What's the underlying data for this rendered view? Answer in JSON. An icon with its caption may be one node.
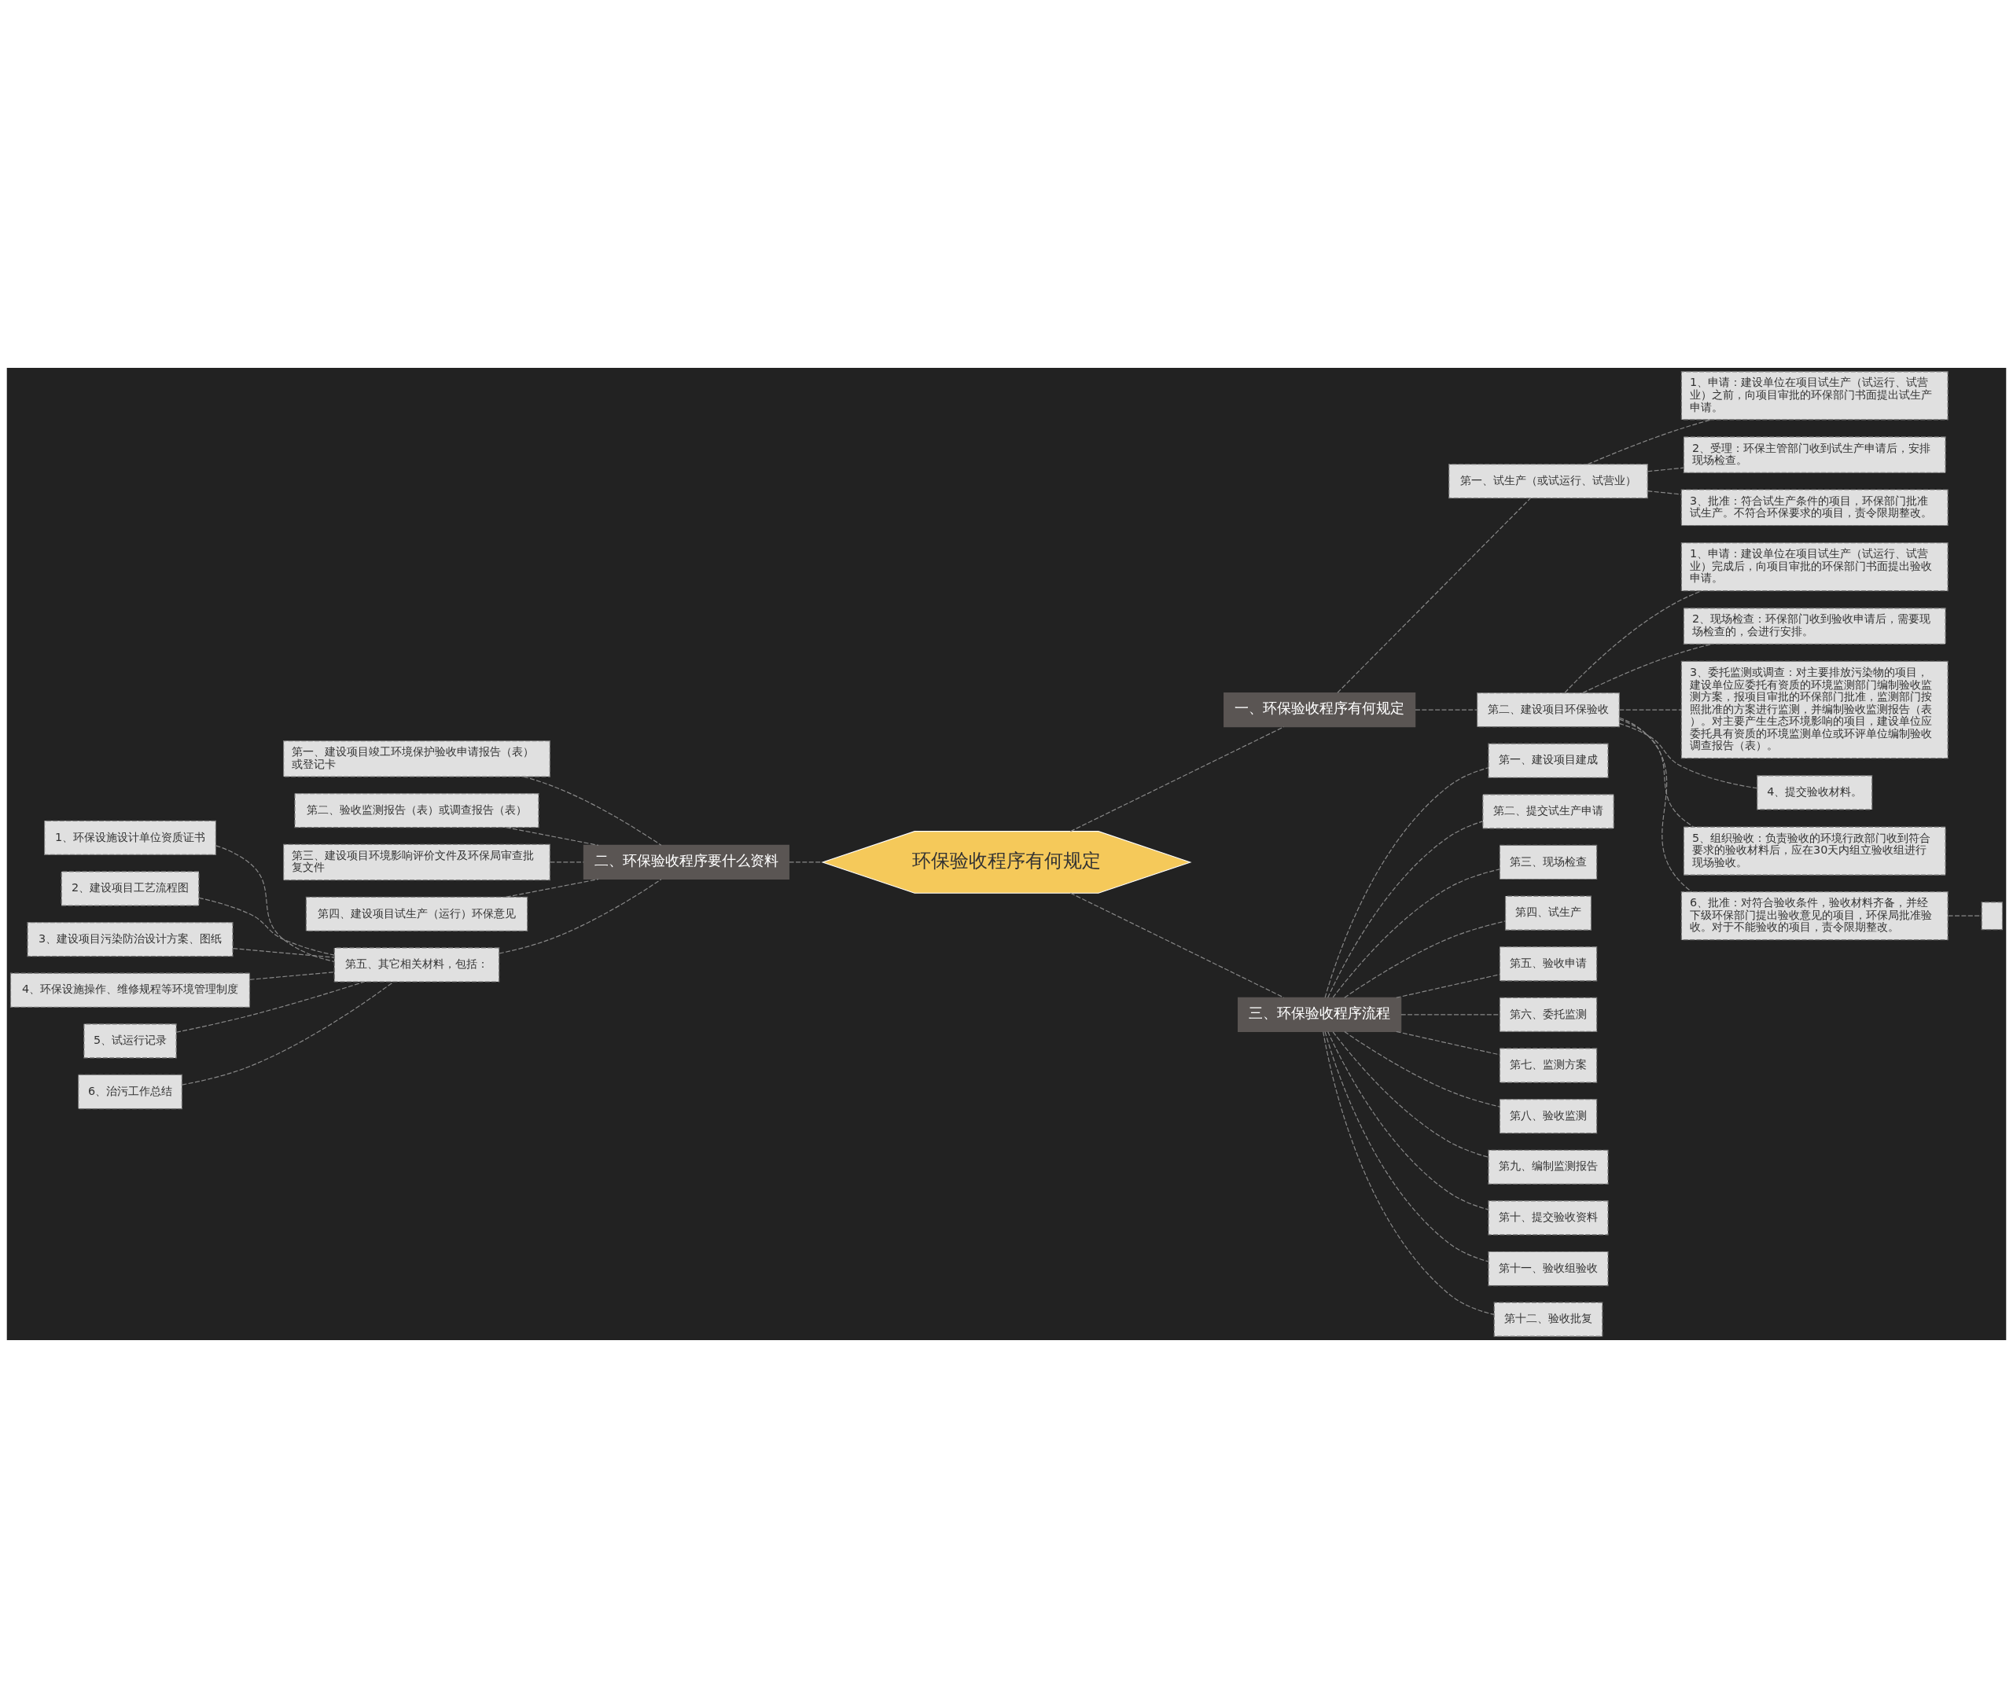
{
  "diagram": {
    "nodes": [
      {
        "text": [
          "环保验收程序有何规定"
        ]
      },
      {
        "text": [
          "一、环保验收程序有何规定"
        ]
      },
      {
        "text": [
          "第一、试生产（或试运行、试营业）"
        ]
      },
      {
        "text": [
          "1、申请：建设单位在项目试生产（试运行、试营业）之前，向项目审批的环保部门书面提出试生产申请。"
        ]
      },
      {
        "text": [
          "2、受理：环保主管部门收到试生产申请后，安排现场检查。"
        ]
      },
      {
        "text": [
          "3、批准：符合试生产条件的项目，环保部门批准试生产。不符合环保要求的项目，责令限期整改。"
        ]
      },
      {
        "text": [
          "第二、建设项目环保验收"
        ]
      },
      {
        "text": [
          "1、申请：建设单位在项目试生产（试运行、试营业）完成后，向项目审批的环保部门书面提出验收申请。"
        ]
      },
      {
        "text": [
          "2、现场检查：环保部门收到验收申请后，需要现场检查的，会进行安排。"
        ]
      },
      {
        "text": [
          "3、委托监测或调查：对主要排放污染物的项目，建设单位应委托有资质的环境监测部门编制验收监测方案，报项目审批的环保部门批准，监测部门按照批准的方案进行监测，并编制验收监测报告（表）。对主要产生生态环境影响的项目，建设单位应委托具有资质的环境监测单位或环评单位编制验收调查报告（表）。"
        ]
      },
      {
        "text": [
          "4、提交验收材料。"
        ]
      },
      {
        "text": [
          "5、组织验收：负责验收的环境行政部门收到符合要求的验收材料后，应在30天内组立验收组进行现场验收。"
        ]
      },
      {
        "text": [
          "6、批准：对符合验收条件，验收材料齐备，并经下级环保部门提出验收意见的项目，环保局批准验收。对于不能验收的项目，责令限期整改。"
        ]
      },
      {
        "text": [],
        "shape": "box"
      },
      {
        "text": [
          "二、环保验收程序要什么资料"
        ]
      },
      {
        "text": [
          "第一、建设项目竣工环境保护验收申请报告（表）或登记卡"
        ]
      },
      {
        "text": [
          "第二、验收监测报告（表）或调查报告（表）"
        ]
      },
      {
        "text": [
          "第三、建设项目环境影响评价文件及环保局审查批复文件"
        ]
      },
      {
        "text": [
          "第四、建设项目试生产（运行）环保意见"
        ]
      },
      {
        "text": [
          "第五、其它相关材料，包括："
        ]
      },
      {
        "text": [
          "1、环保设施设计单位资质证书"
        ]
      },
      {
        "text": [
          "2、建设项目工艺流程图"
        ]
      },
      {
        "text": [
          "3、建设项目污染防治设计方案、图纸"
        ]
      },
      {
        "text": [
          "4、环保设施操作、维修规程等环境管理制度"
        ]
      },
      {
        "text": [
          "5、试运行记录"
        ]
      },
      {
        "text": [
          "6、治污工作总结"
        ]
      },
      {
        "text": [
          "三、环保验收程序流程"
        ]
      },
      {
        "text": [
          "第一、建设项目建成"
        ]
      },
      {
        "text": [
          "第二、提交试生产申请"
        ]
      },
      {
        "text": [
          "第三、现场检查"
        ]
      },
      {
        "text": [
          "第四、试生产"
        ]
      },
      {
        "text": [
          "第五、验收申请"
        ]
      },
      {
        "text": [
          "第六、委托监测"
        ]
      },
      {
        "text": [
          "第七、监测方案"
        ]
      },
      {
        "text": [
          "第八、验收监测"
        ]
      },
      {
        "text": [
          "第九、编制监测报告"
        ]
      },
      {
        "text": [
          "第十、提交验收资料"
        ]
      },
      {
        "text": [
          "第十一、验收组验收"
        ]
      },
      {
        "text": [
          "第十二、验收批复"
        ]
      }
    ],
    "edges": [
      {
        "from": 0,
        "to": 1,
        "arrow": "none",
        "style": "dashed"
      },
      {
        "from": 1,
        "to": 2,
        "arrow": "none",
        "style": "dashed"
      },
      {
        "from": 2,
        "to": 3,
        "arrow": "none",
        "style": "dashed"
      },
      {
        "from": 2,
        "to": 4,
        "arrow": "none",
        "style": "dashed"
      },
      {
        "from": 2,
        "to": 5,
        "arrow": "none",
        "style": "dashed"
      },
      {
        "from": 1,
        "to": 6,
        "arrow": "none",
        "style": "dashed"
      },
      {
        "from": 6,
        "to": 7,
        "arrow": "none",
        "style": "dashed"
      },
      {
        "from": 6,
        "to": 8,
        "arrow": "none",
        "style": "dashed"
      },
      {
        "from": 6,
        "to": 9,
        "arrow": "none",
        "style": "dashed"
      },
      {
        "from": 6,
        "to": 10,
        "arrow": "none",
        "style": "dashed"
      },
      {
        "from": 6,
        "to": 11,
        "arrow": "none",
        "style": "dashed"
      },
      {
        "from": 6,
        "to": 12,
        "arrow": "none",
        "style": "dashed"
      },
      {
        "from": 12,
        "to": 13,
        "arrow": "none",
        "style": "dashed"
      },
      {
        "from": 0,
        "to": 14,
        "arrow": "none",
        "style": "dashed"
      },
      {
        "from": 14,
        "to": 15,
        "arrow": "none",
        "style": "dashed"
      },
      {
        "from": 14,
        "to": 16,
        "arrow": "none",
        "style": "dashed"
      },
      {
        "from": 14,
        "to": 17,
        "arrow": "none",
        "style": "dashed"
      },
      {
        "from": 14,
        "to": 18,
        "arrow": "none",
        "style": "dashed"
      },
      {
        "from": 14,
        "to": 19,
        "arrow": "none",
        "style": "dashed"
      },
      {
        "from": 19,
        "to": 20,
        "arrow": "none",
        "style": "dashed"
      },
      {
        "from": 19,
        "to": 21,
        "arrow": "none",
        "style": "dashed"
      },
      {
        "from": 19,
        "to": 22,
        "arrow": "none",
        "style": "dashed"
      },
      {
        "from": 19,
        "to": 23,
        "arrow": "none",
        "style": "dashed"
      },
      {
        "from": 19,
        "to": 24,
        "arrow": "none",
        "style": "dashed"
      },
      {
        "from": 19,
        "to": 25,
        "arrow": "none",
        "style": "dashed"
      },
      {
        "from": 0,
        "to": 26,
        "arrow": "none",
        "style": "dashed"
      },
      {
        "from": 26,
        "to": 27,
        "arrow": "none",
        "style": "dashed"
      },
      {
        "from": 26,
        "to": 28,
        "arrow": "none",
        "style": "dashed"
      },
      {
        "from": 26,
        "to": 29,
        "arrow": "none",
        "style": "dashed"
      },
      {
        "from": 26,
        "to": 30,
        "arrow": "none",
        "style": "dashed"
      },
      {
        "from": 26,
        "to": 31,
        "arrow": "none",
        "style": "dashed"
      },
      {
        "from": 26,
        "to": 32,
        "arrow": "none",
        "style": "dashed"
      },
      {
        "from": 26,
        "to": 33,
        "arrow": "none",
        "style": "dashed"
      },
      {
        "from": 26,
        "to": 34,
        "arrow": "none",
        "style": "dashed"
      },
      {
        "from": 26,
        "to": 35,
        "arrow": "none",
        "style": "dashed"
      },
      {
        "from": 26,
        "to": 36,
        "arrow": "none",
        "style": "dashed"
      },
      {
        "from": 26,
        "to": 37,
        "arrow": "none",
        "style": "dashed"
      },
      {
        "from": 26,
        "to": 38,
        "arrow": "none",
        "style": "dashed"
      }
    ]
  }
}
